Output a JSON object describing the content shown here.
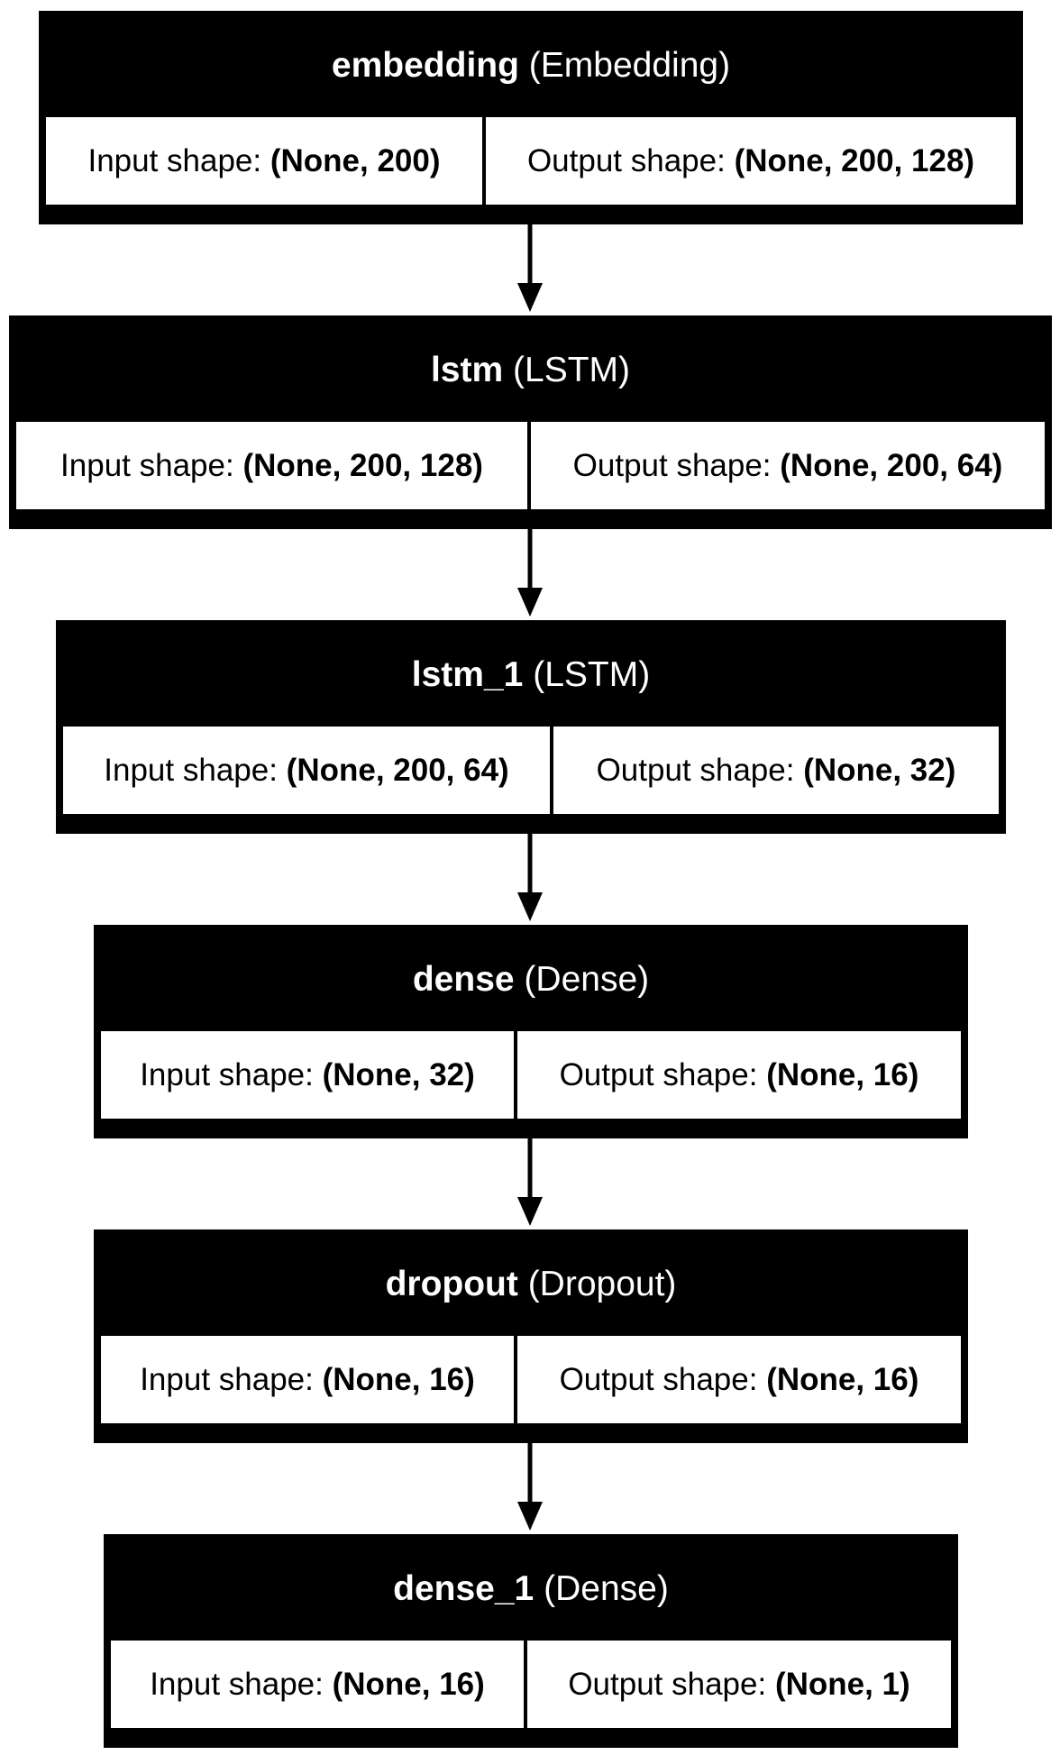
{
  "input_prefix": "Input shape: ",
  "output_prefix": "Output shape: ",
  "layers": [
    {
      "name": "embedding",
      "type": "(Embedding)",
      "input_shape": "(None, 200)",
      "output_shape": "(None, 200, 128)"
    },
    {
      "name": "lstm",
      "type": "(LSTM)",
      "input_shape": "(None, 200, 128)",
      "output_shape": "(None, 200, 64)"
    },
    {
      "name": "lstm_1",
      "type": "(LSTM)",
      "input_shape": "(None, 200, 64)",
      "output_shape": "(None, 32)"
    },
    {
      "name": "dense",
      "type": "(Dense)",
      "input_shape": "(None, 32)",
      "output_shape": "(None, 16)"
    },
    {
      "name": "dropout",
      "type": "(Dropout)",
      "input_shape": "(None, 16)",
      "output_shape": "(None, 16)"
    },
    {
      "name": "dense_1",
      "type": "(Dense)",
      "input_shape": "(None, 16)",
      "output_shape": "(None, 1)"
    }
  ]
}
